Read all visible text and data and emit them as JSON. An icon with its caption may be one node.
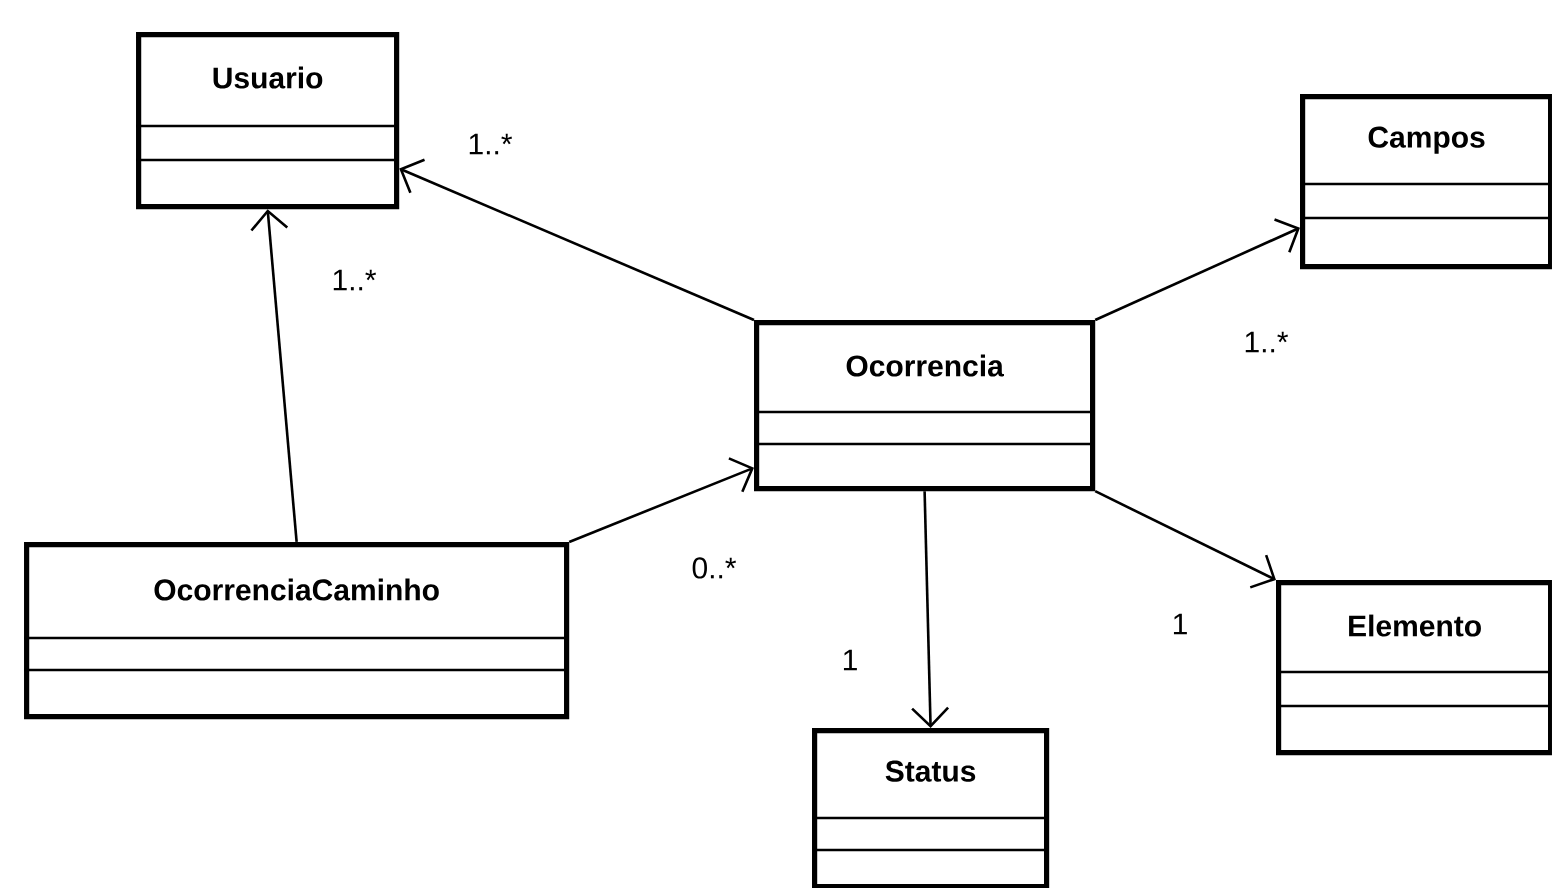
{
  "diagram": {
    "nodes": [
      {
        "text": [
          "Usuario"
        ]
      },
      {
        "text": [
          "Campos"
        ]
      },
      {
        "text": [
          "Ocorrencia"
        ]
      },
      {
        "text": [
          "OcorrenciaCaminho"
        ]
      },
      {
        "text": [
          "Elemento"
        ]
      },
      {
        "text": [
          "Status"
        ]
      }
    ],
    "edges": [
      {
        "from": 3,
        "to": 0,
        "arrow": "to",
        "label": "1..*"
      },
      {
        "from": 2,
        "to": 0,
        "arrow": "to",
        "label": "1..*"
      },
      {
        "from": 3,
        "to": 2,
        "arrow": "to",
        "label": "0..*"
      },
      {
        "from": 2,
        "to": 1,
        "arrow": "to",
        "label": "1..*"
      },
      {
        "from": 2,
        "to": 5,
        "arrow": "to",
        "label": "1"
      },
      {
        "from": 2,
        "to": 4,
        "arrow": "to",
        "label": "1"
      }
    ]
  }
}
